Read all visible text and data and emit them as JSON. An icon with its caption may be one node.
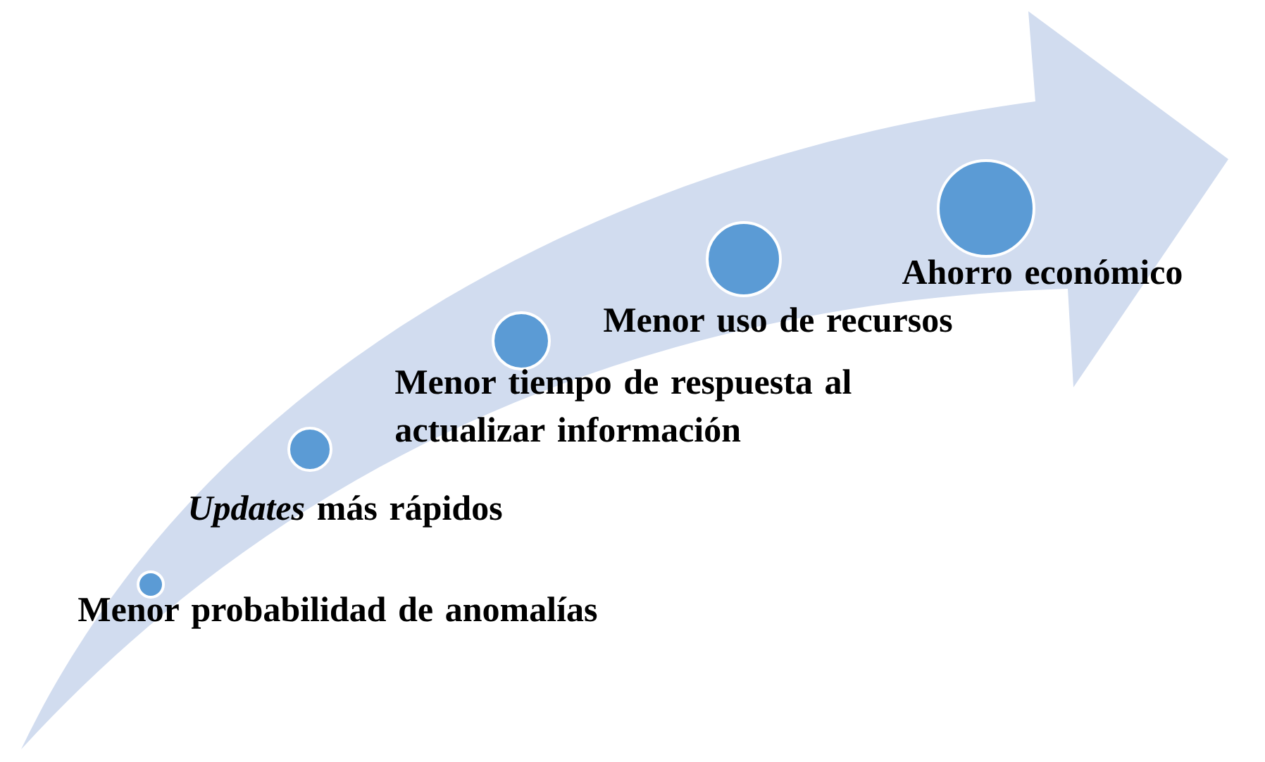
{
  "diagram": {
    "nodes": [
      {
        "text": [],
        "shape": "circle",
        "beside": [
          "Menor probabilidad de anomalías"
        ]
      },
      {
        "text": [],
        "shape": "circle",
        "beside": [
          "*Updates* más rápidos"
        ]
      },
      {
        "text": [],
        "shape": "circle",
        "beside": [
          "Menor tiempo de respuesta al actualizar información"
        ]
      },
      {
        "text": [],
        "shape": "circle",
        "beside": [
          "Menor uso de recursos"
        ]
      },
      {
        "text": [],
        "shape": "circle",
        "beside": [
          "Ahorro económico"
        ]
      }
    ]
  }
}
